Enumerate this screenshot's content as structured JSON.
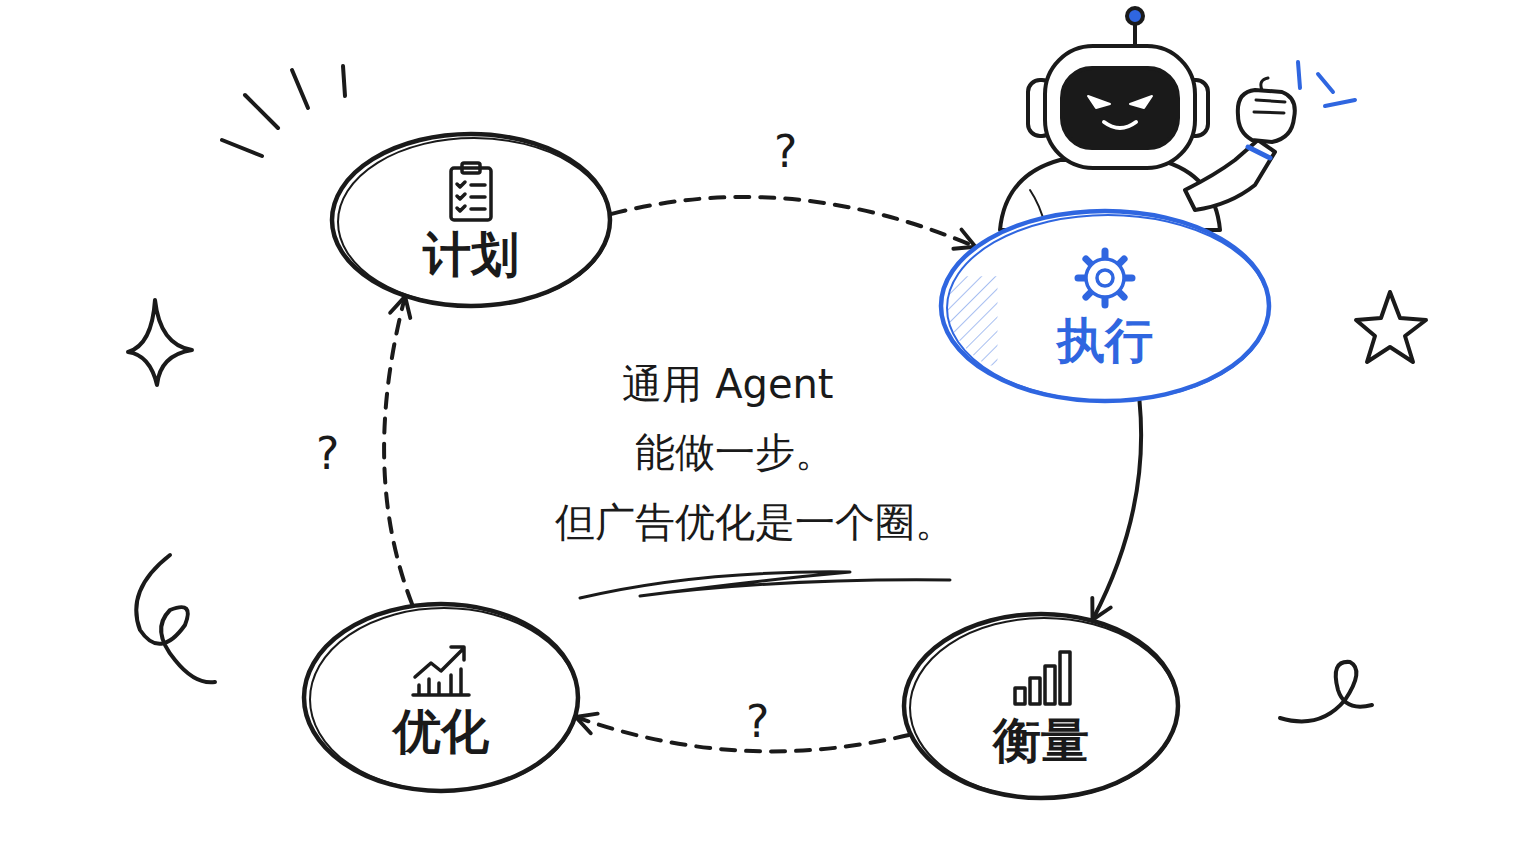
{
  "diagram": {
    "nodes": [
      {
        "text": [
          "计划"
        ]
      },
      {
        "text": [
          "执行"
        ]
      },
      {
        "text": [
          "衡量"
        ]
      },
      {
        "text": [
          "优化"
        ]
      }
    ],
    "edges": [
      {
        "from": 0,
        "to": 1,
        "arrow": "to",
        "label": "?"
      },
      {
        "from": 1,
        "to": 2,
        "arrow": "to"
      },
      {
        "from": 2,
        "to": 3,
        "arrow": "to",
        "label": "?"
      },
      {
        "from": 3,
        "to": 0,
        "arrow": "to",
        "label": "?"
      }
    ],
    "labels": [
      "通用 Agent",
      "能做一步。",
      "但广告优化是一个圈。"
    ]
  }
}
